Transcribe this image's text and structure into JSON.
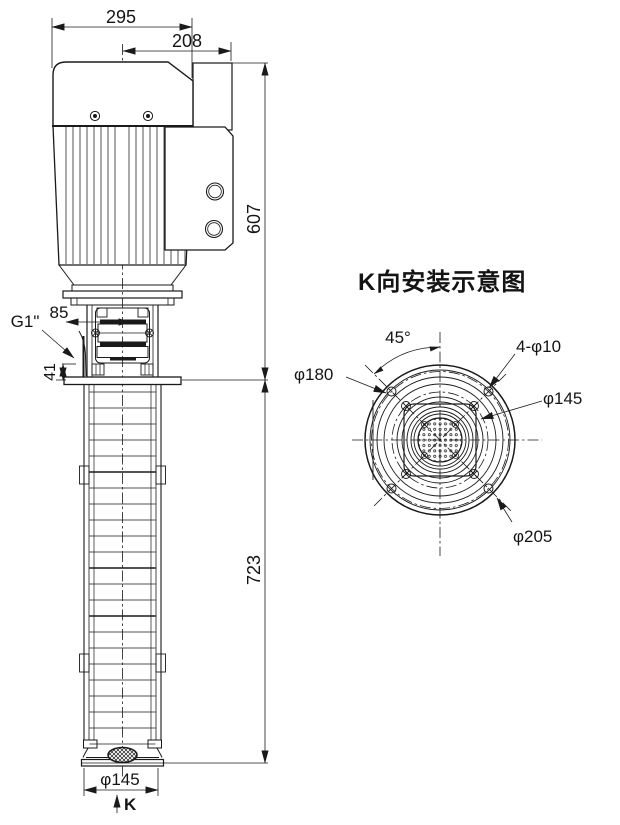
{
  "meta": {
    "drawing_type": "pump outline installation drawing",
    "background": "#ffffff",
    "line_color": "#1a1a1a"
  },
  "side_view": {
    "dims": {
      "overall_width": "295",
      "box_width": "208",
      "motor_height": "607",
      "immersion_depth": "723",
      "outlet_offset": "85",
      "outlet_height": "41",
      "foot_diameter": "φ145"
    },
    "labels": {
      "outlet_thread": "G1\"",
      "view_arrow": "K"
    }
  },
  "k_view": {
    "title": "K向安装示意图",
    "dims": {
      "bolt_angle": "45°",
      "mount_holes": "4-φ10",
      "circle_180": "φ180",
      "circle_145": "φ145",
      "circle_205": "φ205"
    }
  }
}
